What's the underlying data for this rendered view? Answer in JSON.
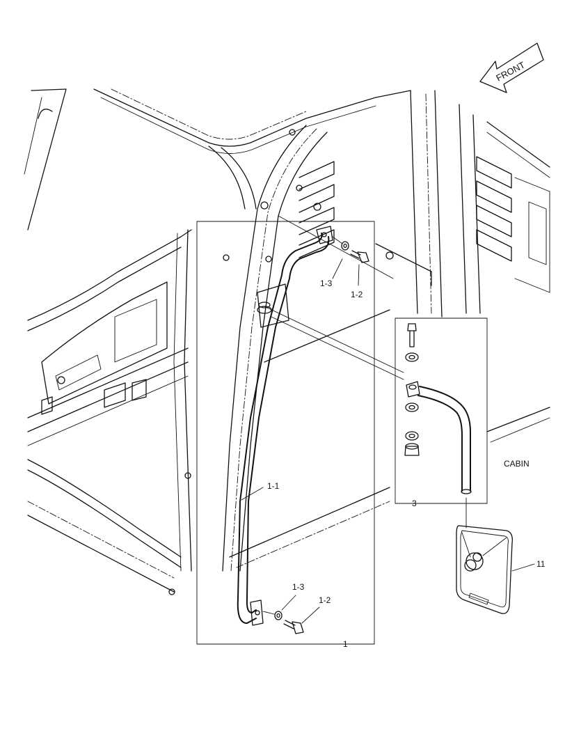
{
  "front_arrow": {
    "label": "FRONT"
  },
  "callouts": {
    "c1": "1",
    "c1_1": "1-1",
    "c1_2_upper": "1-2",
    "c1_3_upper": "1-3",
    "c1_2_lower": "1-2",
    "c1_3_lower": "1-3",
    "c3": "3",
    "c11": "11"
  },
  "cabin_label": "CABIN"
}
